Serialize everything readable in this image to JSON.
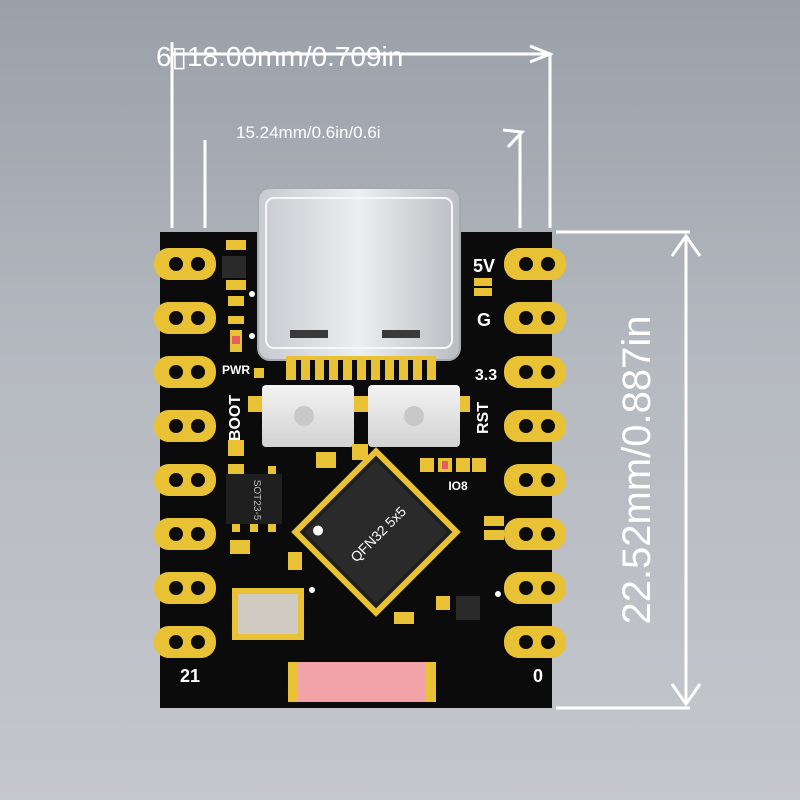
{
  "dimensions": {
    "width_label": "6▯18.00mm/0.709in",
    "pitch_label": "15.24mm/0.6in/0.6i",
    "height_label": "22.52mm/0.887in"
  },
  "board": {
    "left_labels": {
      "pwr": "PWR",
      "boot": "BOOT",
      "pin_bottom": "21"
    },
    "right_labels": {
      "v5": "5V",
      "g": "G",
      "v33": "3.3",
      "rst": "RST",
      "io8": "IO8",
      "pin_bottom": "0"
    },
    "chip_label": "QFN32 5x5",
    "ic_label": "SOT23-5"
  },
  "colors": {
    "pcb": "#0b0b0b",
    "gold": "#e9c135",
    "dimension_lines": "#ffffff",
    "usb_metal": "#d9dbde",
    "antenna": "#f1a3a8"
  }
}
